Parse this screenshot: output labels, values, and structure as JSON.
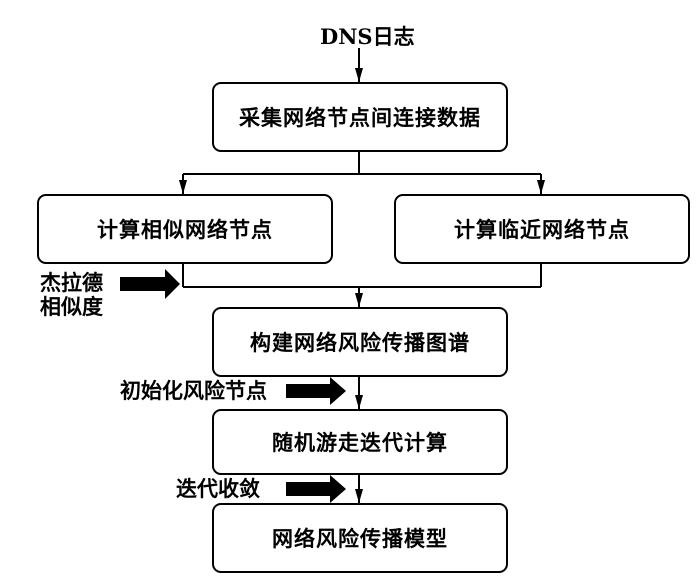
{
  "diagram": {
    "input_label": "DNS日志",
    "nodes": {
      "collect": "采集网络节点间连接数据",
      "similar": "计算相似网络节点",
      "nearby": "计算临近网络节点",
      "graph": "构建网络风险传播图谱",
      "random_walk": "随机游走迭代计算",
      "model": "网络风险传播模型"
    },
    "side_inputs": {
      "jaccard_line1": "杰拉德",
      "jaccard_line2": "相似度",
      "init_risk": "初始化风险节点",
      "converge": "迭代收敛"
    },
    "edges": [
      {
        "from": "DNS日志",
        "to": "collect"
      },
      {
        "from": "collect",
        "to": "similar"
      },
      {
        "from": "collect",
        "to": "nearby"
      },
      {
        "from": "similar",
        "to": "graph"
      },
      {
        "from": "nearby",
        "to": "graph"
      },
      {
        "from": "graph",
        "to": "random_walk"
      },
      {
        "from": "random_walk",
        "to": "model"
      }
    ]
  }
}
